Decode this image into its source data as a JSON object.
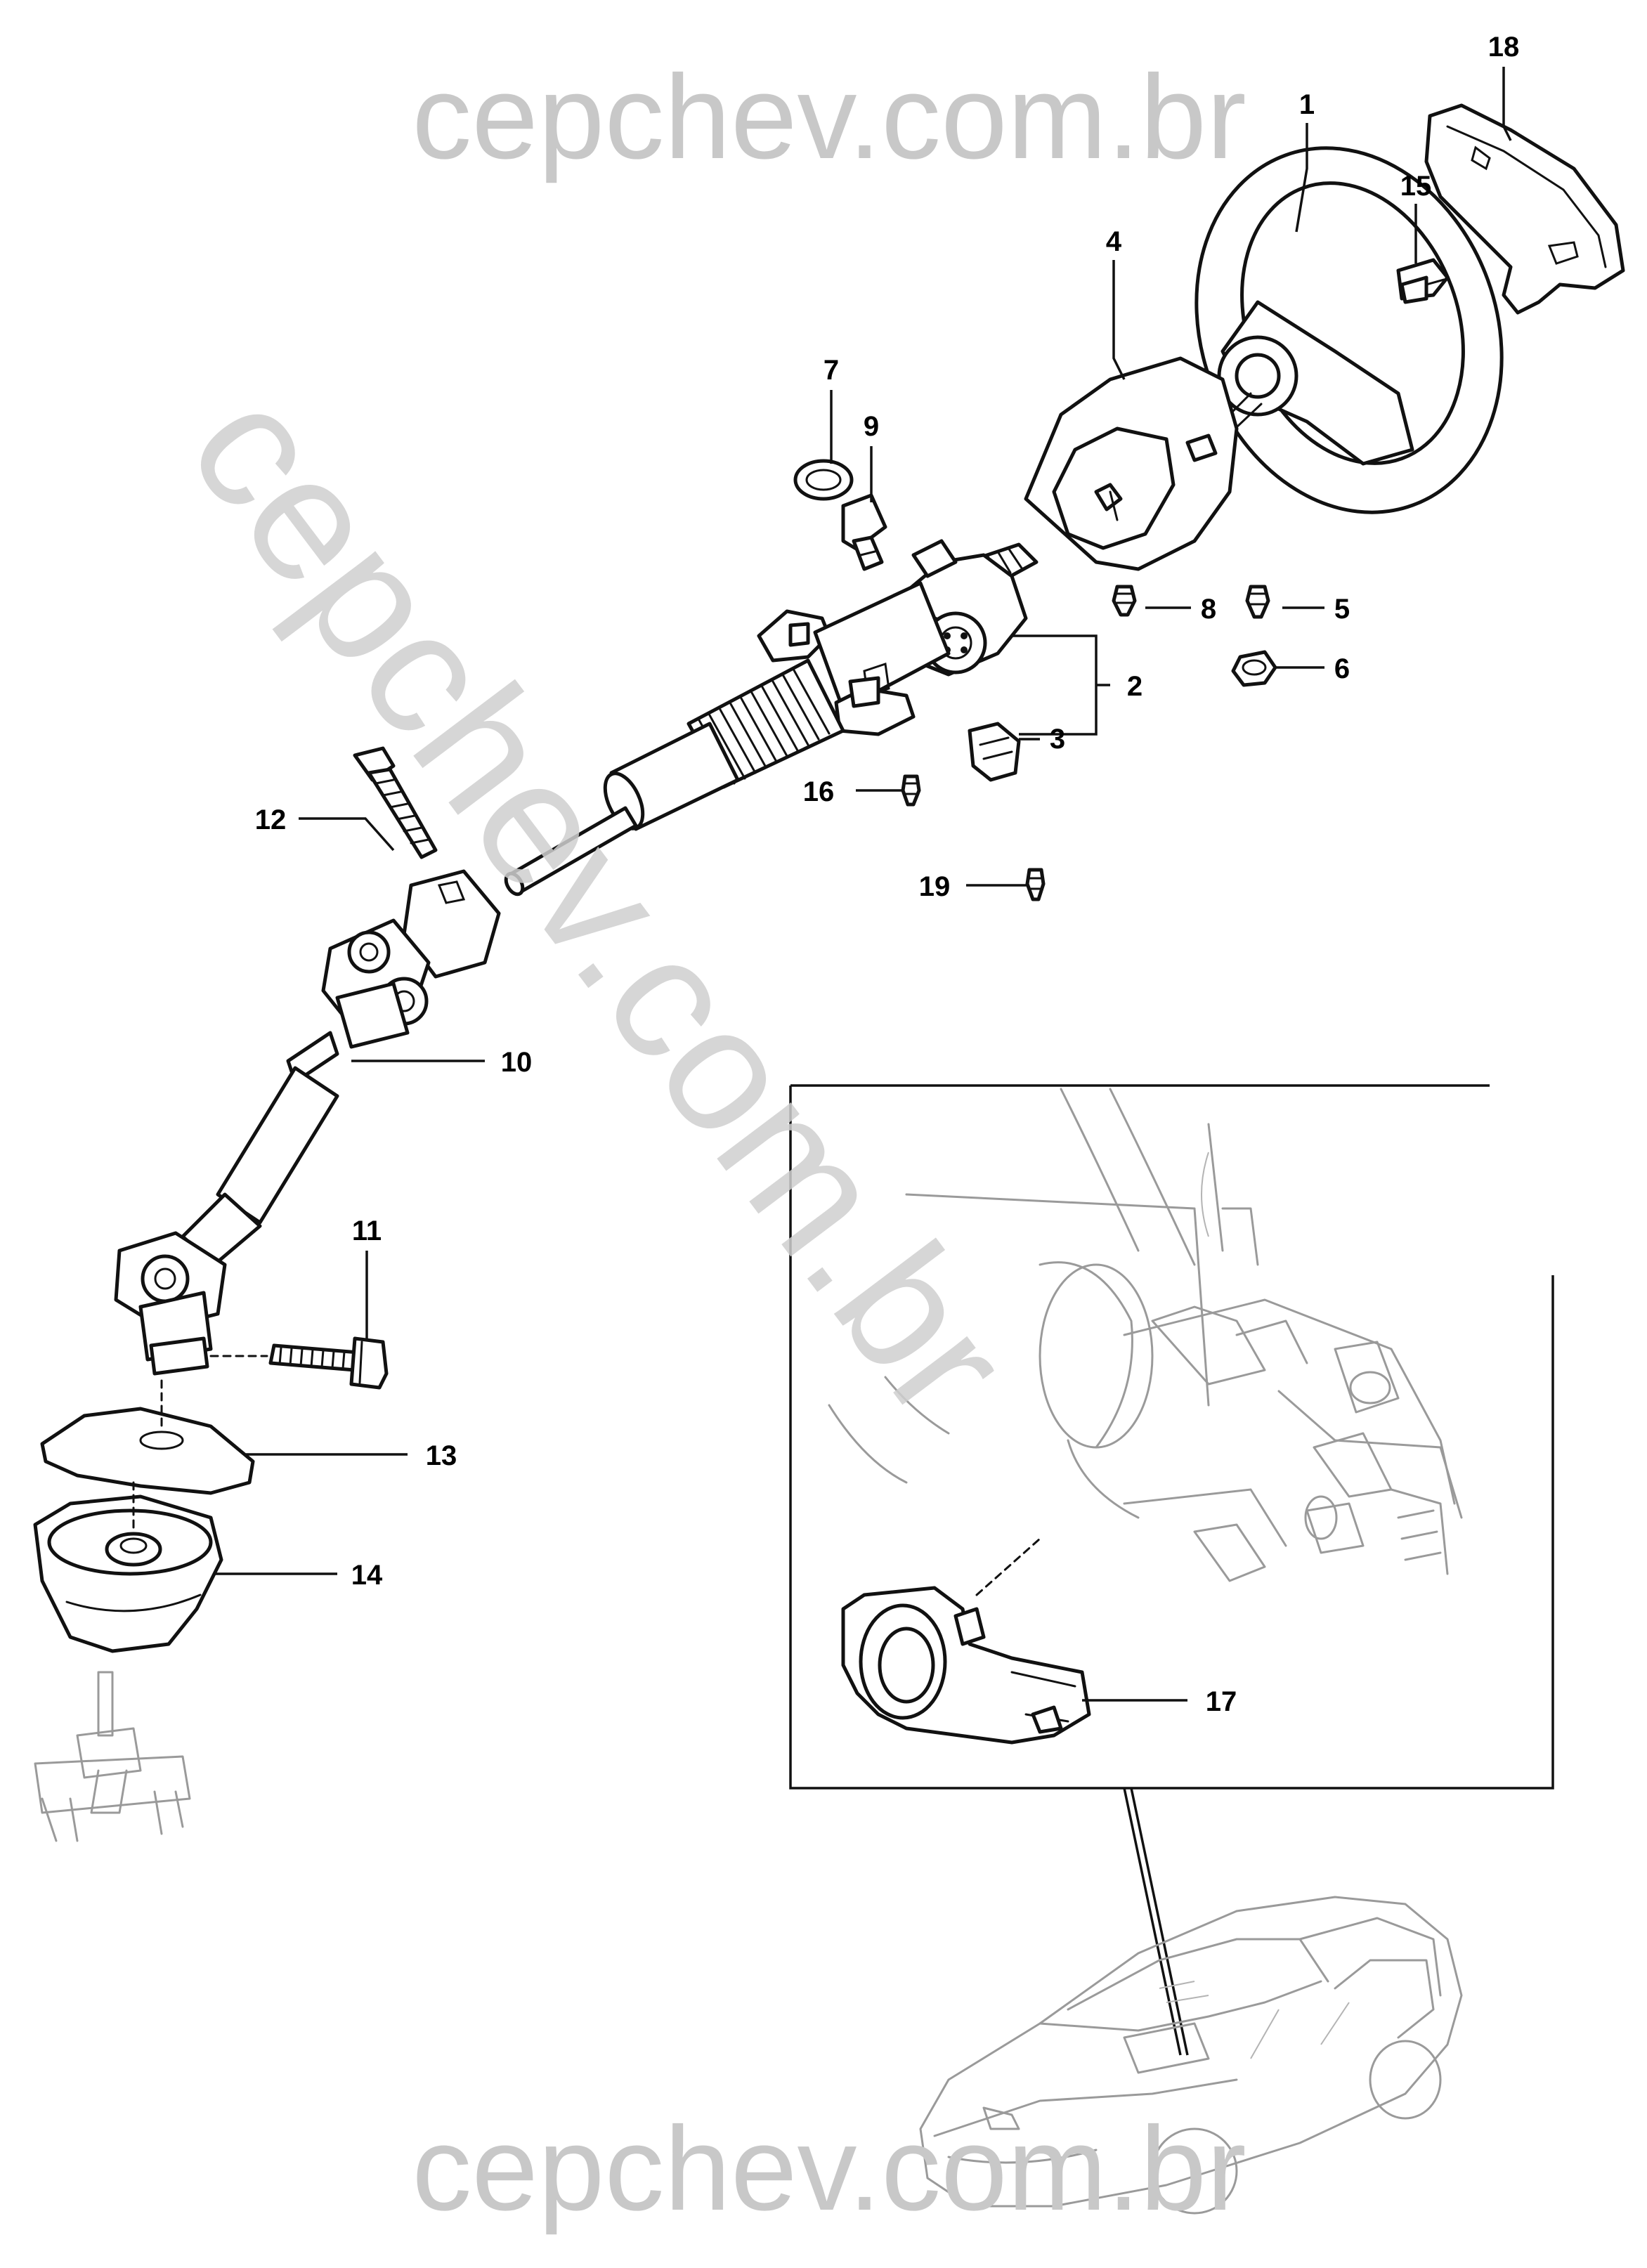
{
  "watermark": {
    "top": "cepchev.com.br",
    "bottom": "cepchev.com.br",
    "diagonal": "cepchev.com.br"
  },
  "callouts": [
    {
      "id": "1",
      "label": "1"
    },
    {
      "id": "2",
      "label": "2"
    },
    {
      "id": "3",
      "label": "3"
    },
    {
      "id": "4",
      "label": "4"
    },
    {
      "id": "5",
      "label": "5"
    },
    {
      "id": "6",
      "label": "6"
    },
    {
      "id": "7",
      "label": "7"
    },
    {
      "id": "8",
      "label": "8"
    },
    {
      "id": "9",
      "label": "9"
    },
    {
      "id": "10",
      "label": "10"
    },
    {
      "id": "11",
      "label": "11"
    },
    {
      "id": "12",
      "label": "12"
    },
    {
      "id": "13",
      "label": "13"
    },
    {
      "id": "14",
      "label": "14"
    },
    {
      "id": "15",
      "label": "15"
    },
    {
      "id": "16",
      "label": "16"
    },
    {
      "id": "17",
      "label": "17"
    },
    {
      "id": "18",
      "label": "18"
    },
    {
      "id": "19",
      "label": "19"
    }
  ]
}
